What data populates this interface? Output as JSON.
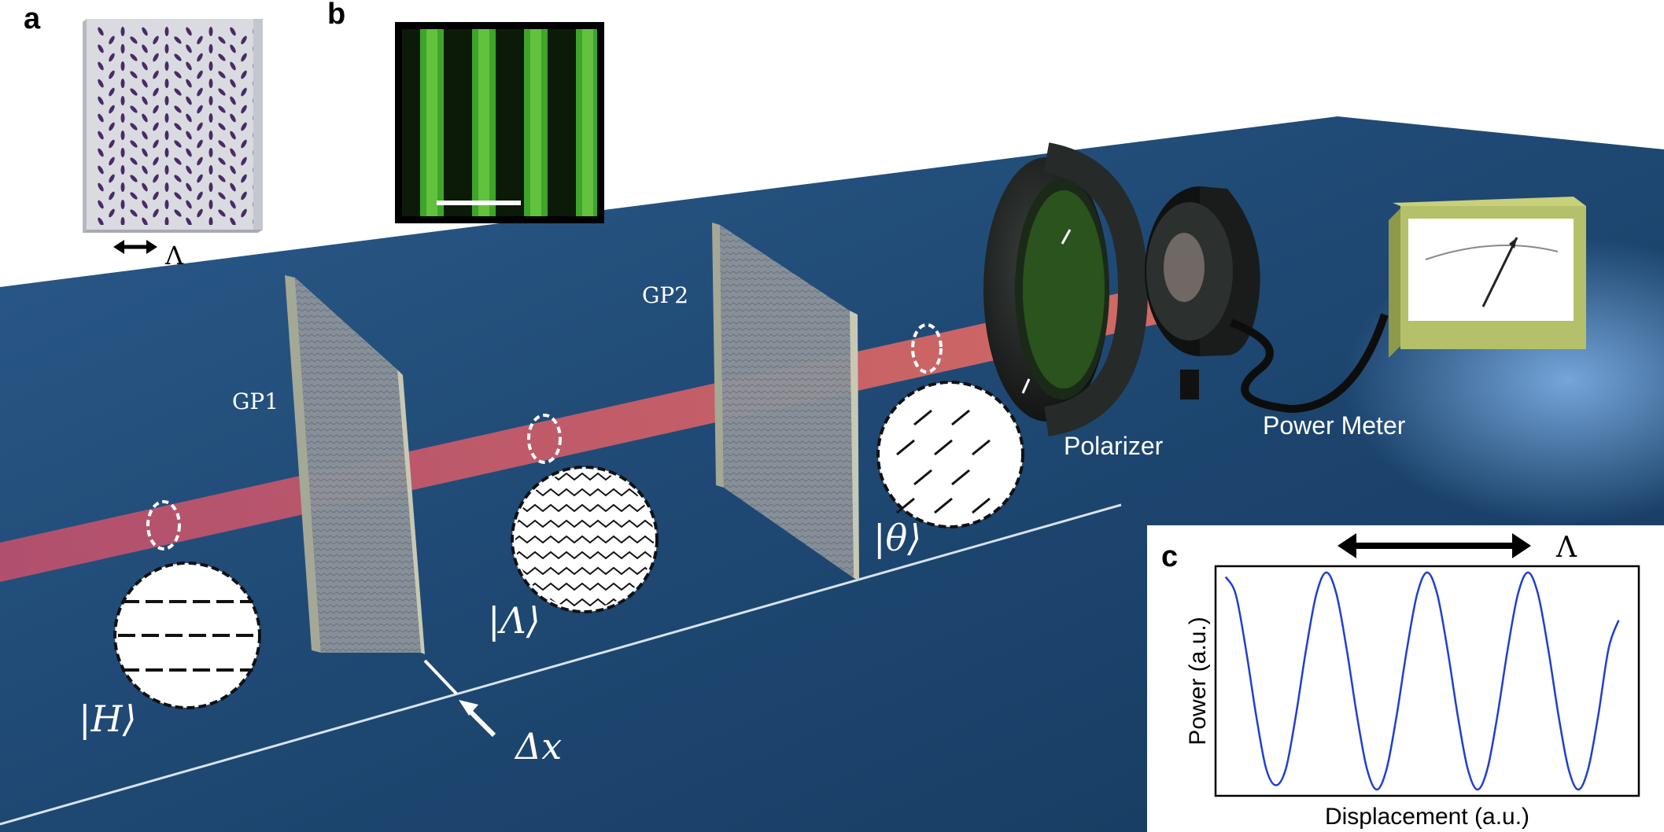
{
  "panels": {
    "a": "a",
    "b": "b",
    "c": "c"
  },
  "labels": {
    "gp1": "GP1",
    "gp2": "GP2",
    "polarizer": "Polarizer",
    "power_meter": "Power Meter",
    "lambda_a": "Λ",
    "lambda_c": "Λ",
    "delta_x": "Δx"
  },
  "states": {
    "h": "|H⟩",
    "lambda": "|Λ⟩",
    "theta": "|θ⟩"
  },
  "colors": {
    "table": "#1f4a78",
    "beam": "#e0506a",
    "plot_line": "#1f3fd0",
    "meter_frame": "#b4c06a",
    "micrograph_green": "#3ea52a"
  },
  "chart_data": {
    "type": "line",
    "xlabel": "Displacement (a.u.)",
    "ylabel": "Power (a.u.)",
    "annotation": "Λ",
    "grid": false,
    "legend": "none",
    "xlim": [
      0,
      4.2
    ],
    "ylim": [
      0,
      1
    ],
    "series": [
      {
        "x": [
          0.1,
          0.2,
          0.3,
          0.4,
          0.5,
          0.6,
          0.7,
          0.8,
          0.9,
          1.0,
          1.1,
          1.2,
          1.3,
          1.4,
          1.5,
          1.6,
          1.7,
          1.8,
          1.9,
          2.0,
          2.1,
          2.2,
          2.3,
          2.4,
          2.5,
          2.6,
          2.7,
          2.8,
          2.9,
          3.0,
          3.1,
          3.2,
          3.3,
          3.4,
          3.5,
          3.6,
          3.7,
          3.8,
          3.9,
          4.0
        ],
        "y": [
          0.98,
          0.9,
          0.65,
          0.35,
          0.1,
          0.02,
          0.1,
          0.35,
          0.65,
          0.9,
          1.0,
          0.9,
          0.65,
          0.35,
          0.1,
          0.0,
          0.1,
          0.35,
          0.65,
          0.9,
          1.0,
          0.9,
          0.65,
          0.35,
          0.1,
          0.0,
          0.1,
          0.35,
          0.65,
          0.9,
          1.0,
          0.9,
          0.65,
          0.35,
          0.1,
          0.0,
          0.1,
          0.35,
          0.65,
          0.78
        ]
      }
    ]
  }
}
